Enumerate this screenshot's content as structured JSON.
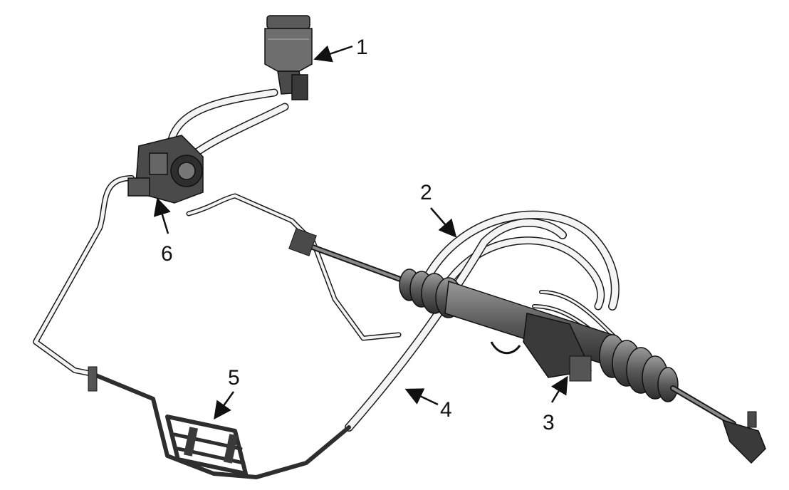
{
  "callouts": [
    {
      "id": "1",
      "label": "1"
    },
    {
      "id": "2",
      "label": "2"
    },
    {
      "id": "3",
      "label": "3"
    },
    {
      "id": "4",
      "label": "4"
    },
    {
      "id": "5",
      "label": "5"
    },
    {
      "id": "6",
      "label": "6"
    }
  ],
  "colors": {
    "line": "#1a1a1a",
    "part_dark": "#3a3a3a",
    "part_mid": "#7a7a7a",
    "hose_fill": "#f4f4f4"
  }
}
